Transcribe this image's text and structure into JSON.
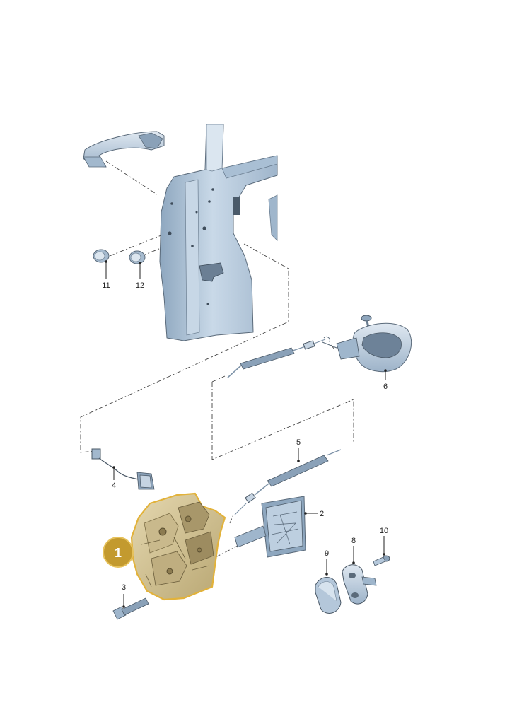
{
  "diagram": {
    "colors": {
      "part_fill": "#b9cde0",
      "part_light": "#d9e5f0",
      "part_shadow": "#8fa6bd",
      "highlight_fill": "#d7c79a",
      "highlight_stroke": "#e2b23a",
      "badge_fill": "#c39a2f"
    },
    "highlight_badge": "1",
    "callouts": [
      "2",
      "3",
      "4",
      "5",
      "6",
      "8",
      "9",
      "10",
      "11",
      "12"
    ]
  }
}
